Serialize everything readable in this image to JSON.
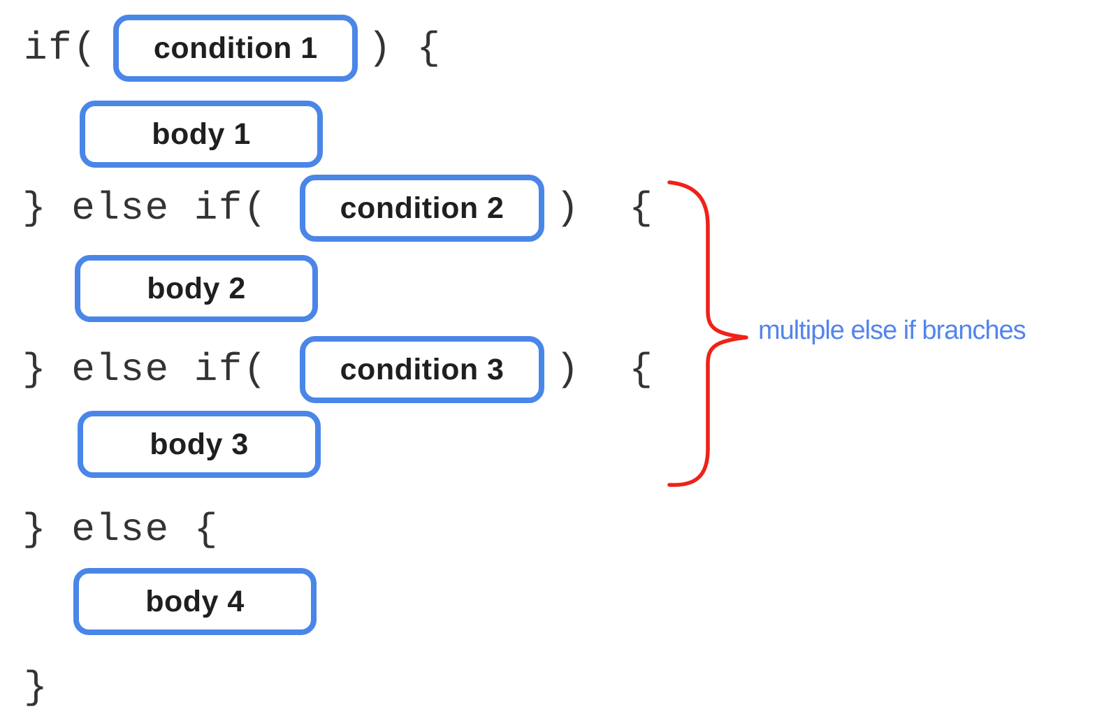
{
  "colors": {
    "box-border": "#4A86E8",
    "code": "#333333",
    "label": "#1F1F1F",
    "brace": "#EE2219",
    "annotation": "#5384EE"
  },
  "rows": [
    {
      "pre": "if(",
      "box_label": "condition 1",
      "post": ") {"
    },
    {
      "box_label": "body 1"
    },
    {
      "pre": "} else if(",
      "box_label": "condition 2",
      "post": ")  {"
    },
    {
      "box_label": "body 2"
    },
    {
      "pre": "} else if(",
      "box_label": "condition 3",
      "post": ")  {"
    },
    {
      "box_label": "body 3"
    },
    {
      "pre": "} else {"
    },
    {
      "box_label": "body 4"
    },
    {
      "pre": "}"
    }
  ],
  "annotation": {
    "label": "multiple else if branches"
  }
}
